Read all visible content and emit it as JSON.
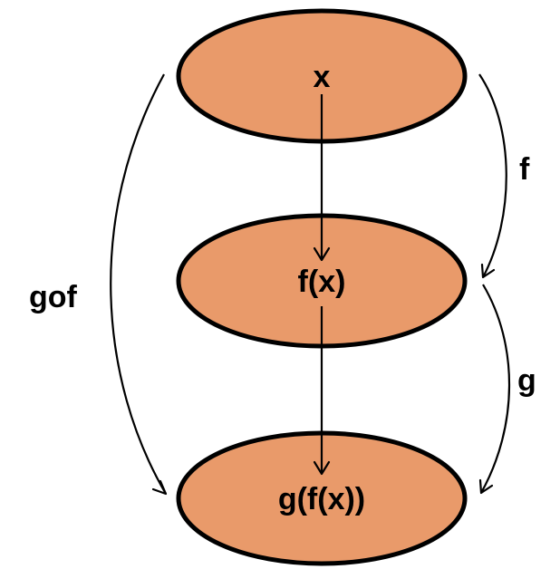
{
  "colors": {
    "node_fill": "#E99A6A",
    "stroke": "#000000",
    "background": "#FFFFFF"
  },
  "nodes": {
    "x": "x",
    "fx": "f(x)",
    "gfx": "g(f(x))"
  },
  "edges": {
    "f": "f",
    "g": "g",
    "gof": "gof"
  }
}
